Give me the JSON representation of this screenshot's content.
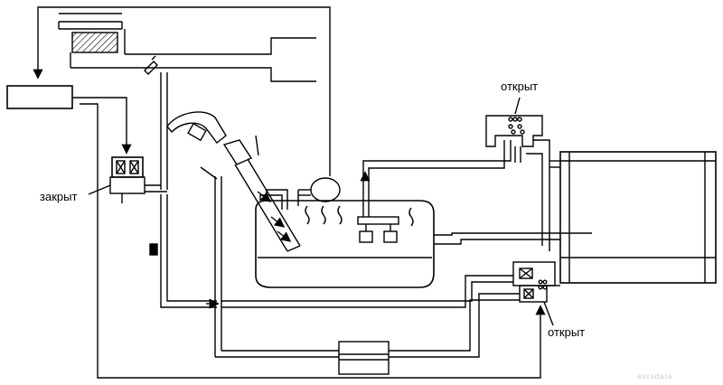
{
  "labels": {
    "closed": "закрыт",
    "open_top": "открыт",
    "open_bottom": "открыт"
  },
  "watermark": "autodata",
  "colors": {
    "line": "#000000",
    "background": "#ffffff"
  }
}
